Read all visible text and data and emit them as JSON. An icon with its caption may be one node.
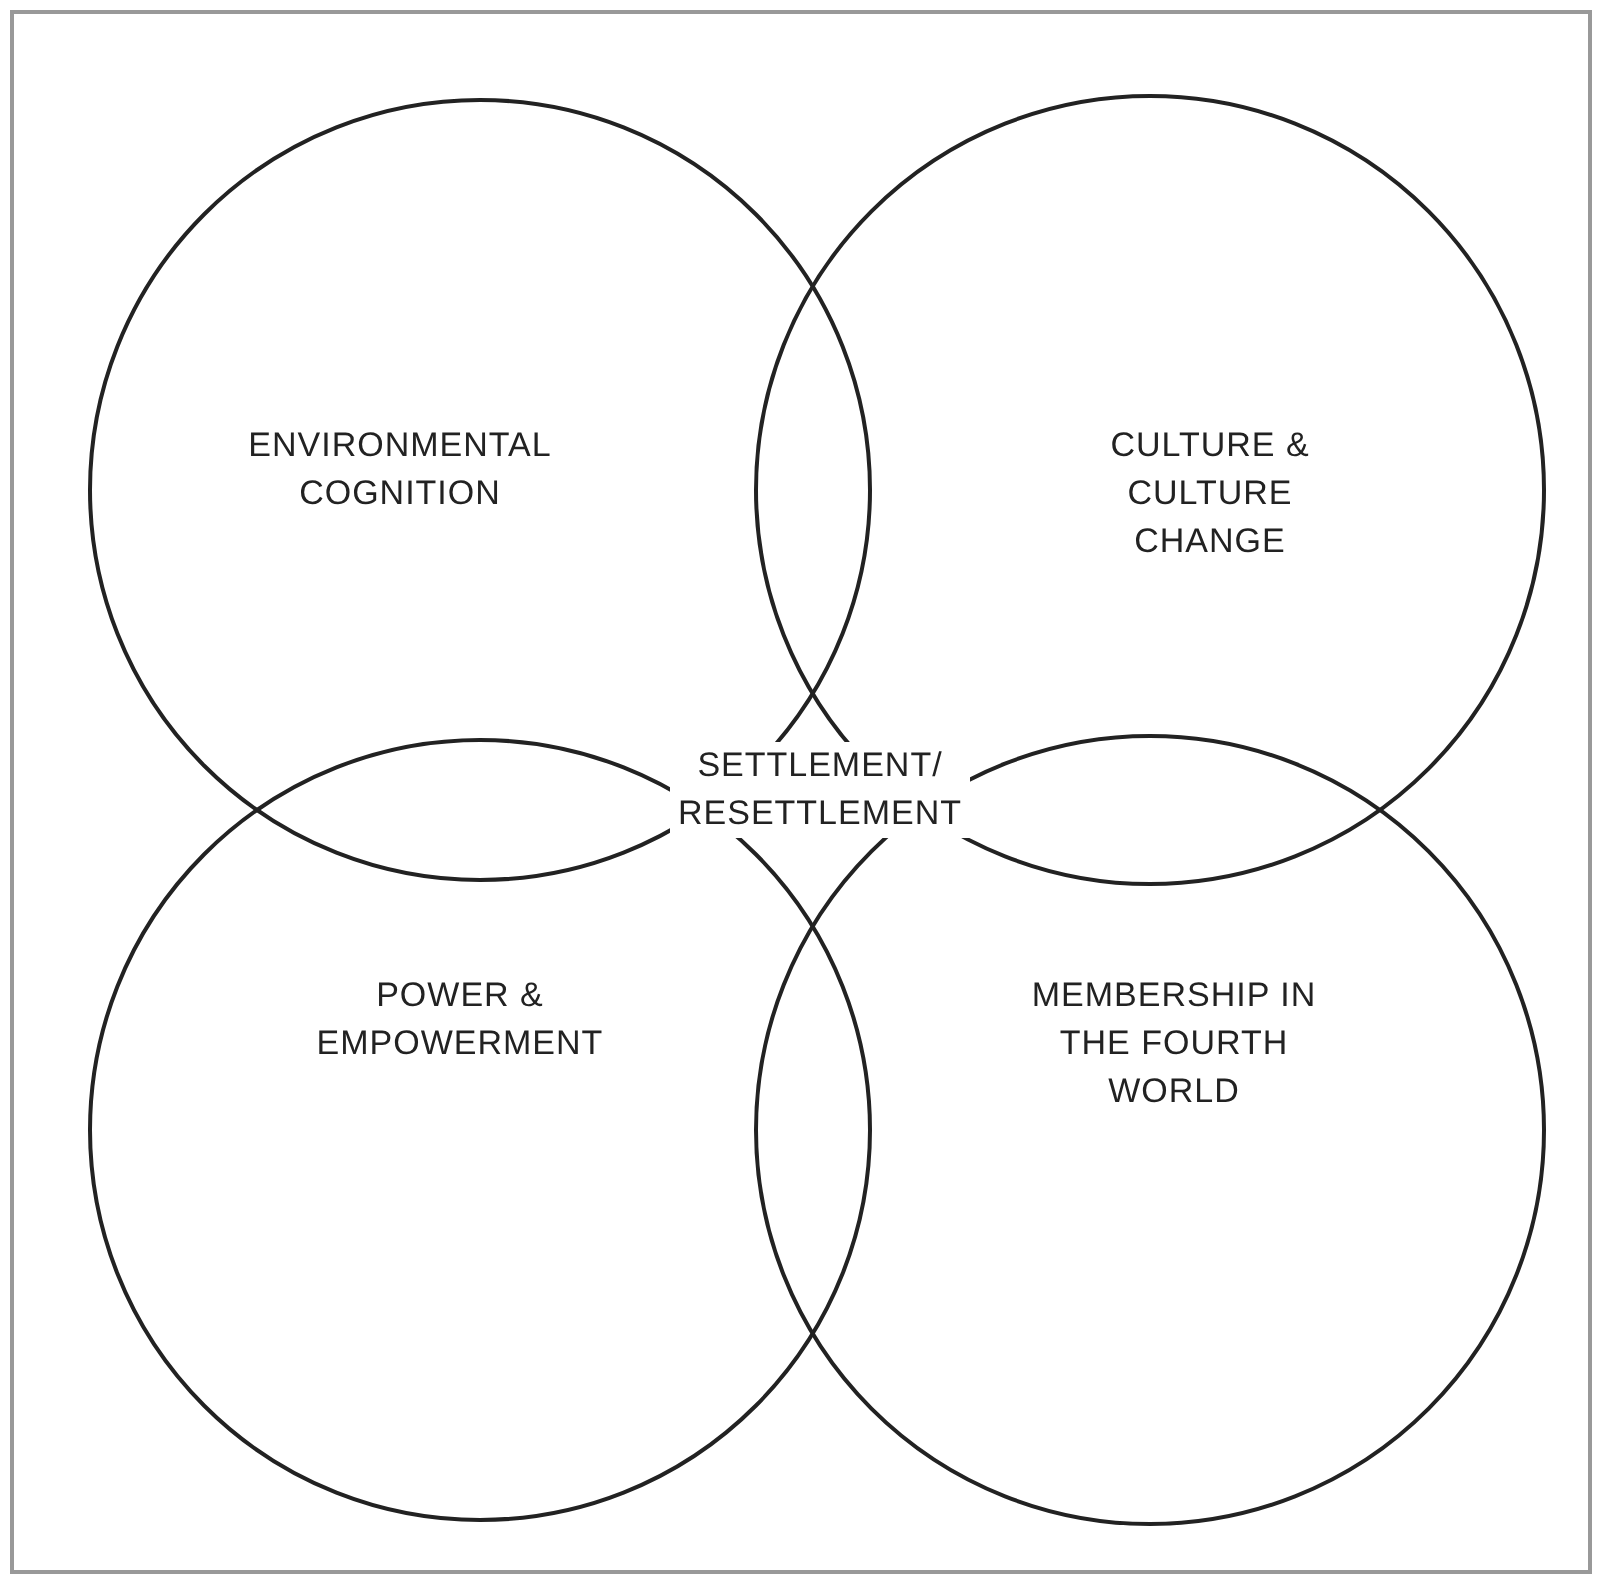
{
  "diagram": {
    "nodes": [
      {
        "text": [
          "ENVIRONMENTAL COGNITION"
        ]
      },
      {
        "text": [
          "CULTURE & CULTURE CHANGE"
        ]
      },
      {
        "text": [
          "POWER & EMPOWERMENT"
        ]
      },
      {
        "text": [
          "MEMBERSHIP IN THE FOURTH WORLD"
        ]
      }
    ],
    "labels": [
      "SETTLEMENT/ RESETTLEMENT"
    ]
  }
}
